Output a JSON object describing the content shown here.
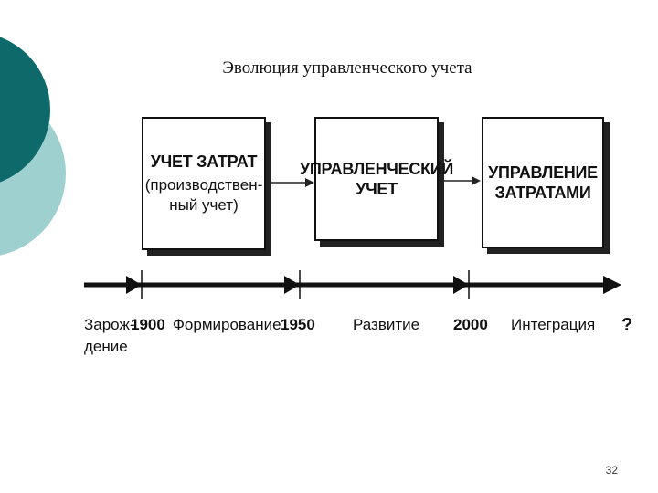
{
  "slide": {
    "title": "Эволюция управленческого учета",
    "page_number": "32"
  },
  "boxes": [
    {
      "title": "УЧЕТ ЗАТРАТ",
      "subtitle": "(производствен-\nный учет)"
    },
    {
      "title": "УПРАВЛЕНЧЕСКИЙ\nУЧЕТ",
      "subtitle": ""
    },
    {
      "title": "УПРАВЛЕНИЕ\nЗАТРАТАМИ",
      "subtitle": ""
    }
  ],
  "timeline": {
    "labels": {
      "origin": "Зарож-\nдение",
      "y1900": "1900",
      "formation": "Формирование",
      "y1950": "1950",
      "development": "Развитие",
      "y2000": "2000",
      "integration": "Интеграция",
      "future": "?"
    }
  },
  "colors": {
    "deco_dark": "#0e6a6a",
    "deco_light": "#9fd0d0"
  }
}
